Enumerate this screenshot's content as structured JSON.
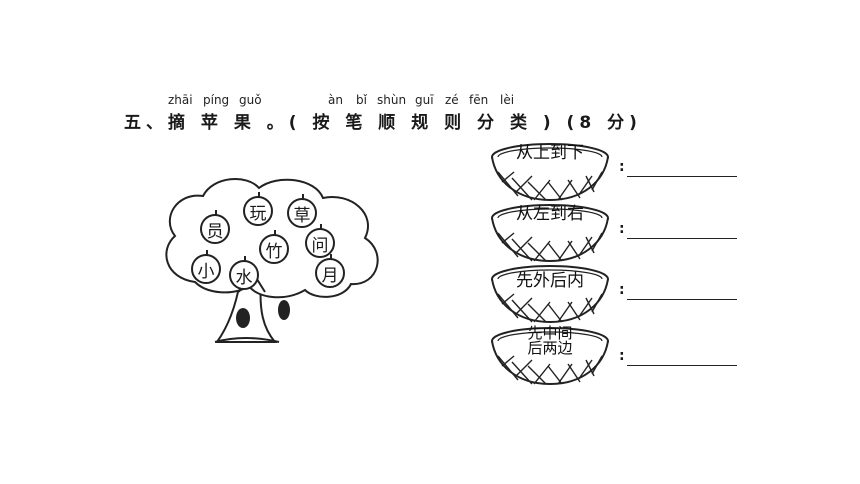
{
  "question": {
    "pinyin_a": [
      "zhāi",
      "píng",
      "guǒ"
    ],
    "pinyin_b": [
      "àn",
      "bǐ",
      "shùn",
      "guī",
      "zé",
      "fēn",
      "lèi"
    ],
    "title": "五、摘 苹 果 。( 按 笔 顺 规 则 分 类 ) (8 分)"
  },
  "apples": [
    "玩",
    "草",
    "员",
    "竹",
    "问",
    "小",
    "水",
    "月"
  ],
  "baskets": [
    {
      "label": "从上到下"
    },
    {
      "label": "从左到右"
    },
    {
      "label": "先外后内"
    },
    {
      "label_line1": "先中间",
      "label_line2": "后两边"
    }
  ],
  "answer_prefix": ":"
}
